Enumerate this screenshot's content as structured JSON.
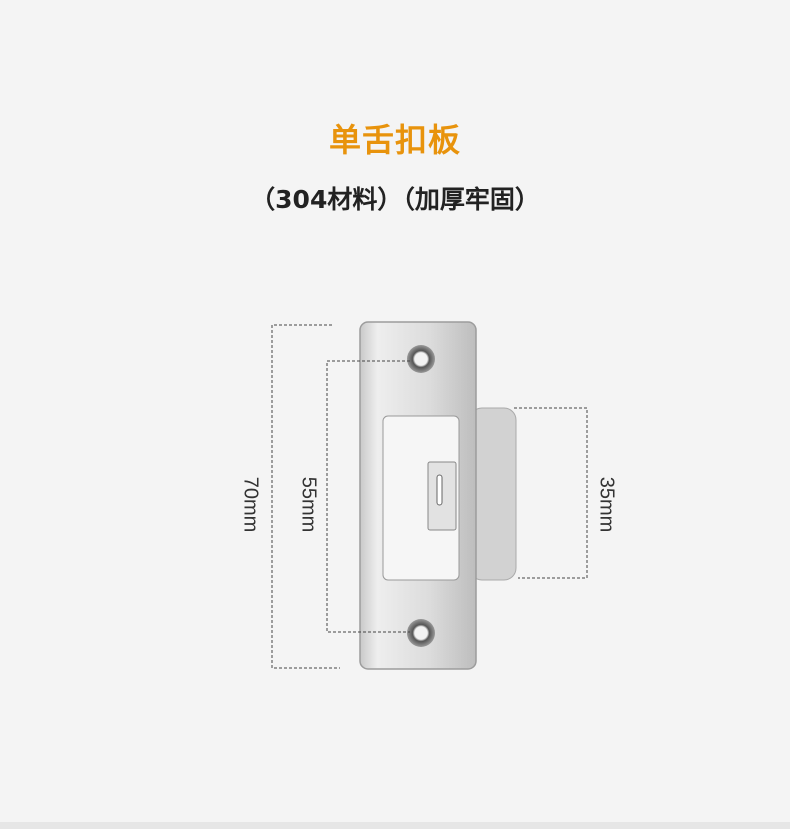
{
  "title": "单舌扣板",
  "subtitle": "（304材料）（加厚牢固）",
  "dimensions": {
    "overall_height": "70mm",
    "hole_spacing": "55mm",
    "tab_height": "35mm"
  },
  "colors": {
    "title": "#e8930c",
    "background": "#f4f4f4"
  }
}
